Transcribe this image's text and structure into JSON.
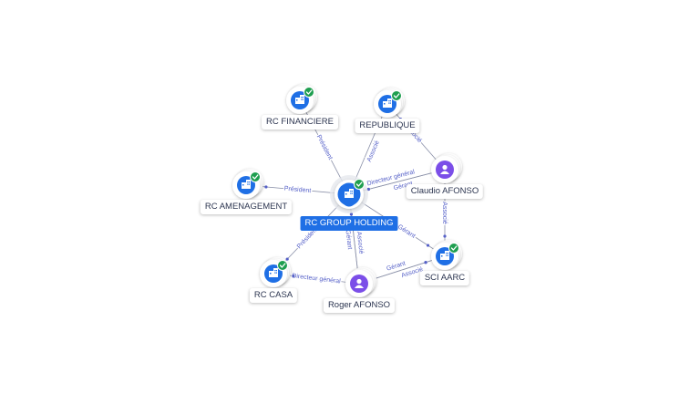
{
  "nodes": [
    {
      "id": "rc-group-holding",
      "label": "RC GROUP HOLDING",
      "kind": "company",
      "verified": true,
      "main": true
    },
    {
      "id": "rc-financiere",
      "label": "RC FINANCIERE",
      "kind": "company",
      "verified": true
    },
    {
      "id": "republique",
      "label": "REPUBLIQUE",
      "kind": "company",
      "verified": true
    },
    {
      "id": "claudio-afonso",
      "label": "Claudio AFONSO",
      "kind": "person"
    },
    {
      "id": "rc-amenagement",
      "label": "RC AMENAGEMENT",
      "kind": "company",
      "verified": true
    },
    {
      "id": "sci-aarc",
      "label": "SCI AARC",
      "kind": "company",
      "verified": true
    },
    {
      "id": "rc-casa",
      "label": "RC CASA",
      "kind": "company",
      "verified": true
    },
    {
      "id": "roger-afonso",
      "label": "Roger AFONSO",
      "kind": "person"
    }
  ],
  "edges": [
    {
      "from": "rc-group-holding",
      "to": "rc-financiere",
      "label": "Président"
    },
    {
      "from": "rc-group-holding",
      "to": "rc-amenagement",
      "label": "Président"
    },
    {
      "from": "rc-group-holding",
      "to": "rc-casa",
      "label": "Président"
    },
    {
      "from": "rc-group-holding",
      "to": "republique",
      "label": "Associé"
    },
    {
      "from": "claudio-afonso",
      "to": "republique",
      "label": "Associé"
    },
    {
      "from": "claudio-afonso",
      "to": "rc-group-holding",
      "label": "Gérant"
    },
    {
      "from": "claudio-afonso",
      "to": "rc-group-holding",
      "label": "Directeur général"
    },
    {
      "from": "claudio-afonso",
      "to": "sci-aarc",
      "label": "Associé"
    },
    {
      "from": "rc-group-holding",
      "to": "sci-aarc",
      "label": "Gérant"
    },
    {
      "from": "roger-afonso",
      "to": "rc-group-holding",
      "label": "Gérant"
    },
    {
      "from": "roger-afonso",
      "to": "rc-group-holding",
      "label": "Associé"
    },
    {
      "from": "roger-afonso",
      "to": "sci-aarc",
      "label": "Gérant"
    },
    {
      "from": "roger-afonso",
      "to": "sci-aarc",
      "label": "Associé"
    },
    {
      "from": "roger-afonso",
      "to": "rc-casa",
      "label": "Directeur général"
    }
  ],
  "colors": {
    "company_fill": "#1f6fe5",
    "person_fill": "#7b4ee8",
    "verified_badge": "#1e9e4f",
    "edge_line": "#8a90a8",
    "edge_label": "#5560c8",
    "main_label_bg": "#1f6fe5"
  },
  "icons": {
    "company": "building-icon",
    "person": "user-icon",
    "verified": "check-badge-icon"
  }
}
